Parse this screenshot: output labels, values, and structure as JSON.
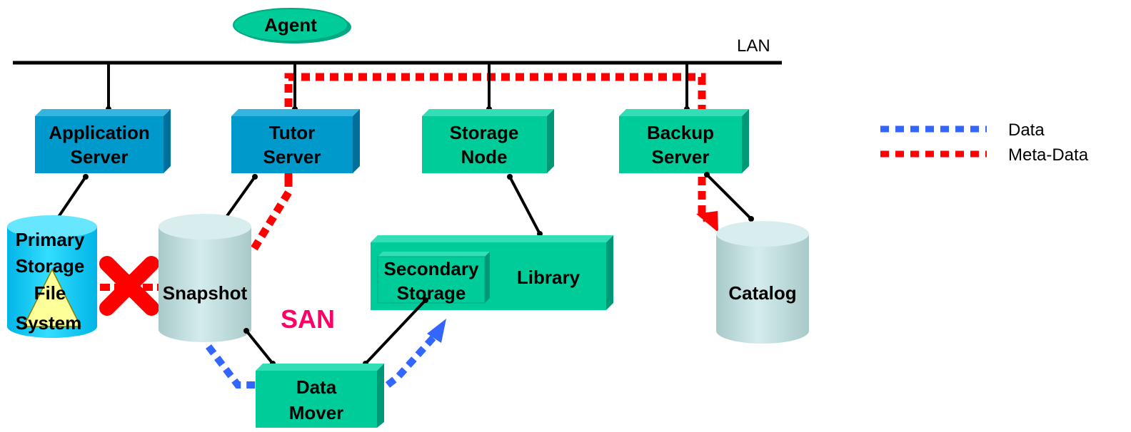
{
  "colors": {
    "blue_box": "#0099cc",
    "green_box": "#00cc99",
    "cylinder_gray": "#c0dcdc",
    "cylinder_cyan": "#00ccff",
    "data_line": "#3366ff",
    "meta_line": "#ff0000",
    "san_text": "#ff0066",
    "triangle": "#ffff99"
  },
  "network": {
    "lan_label": "LAN",
    "san_label": "SAN"
  },
  "nodes": {
    "agent": "Agent",
    "application_server": [
      "Application",
      "Server"
    ],
    "tutor_server": [
      "Tutor",
      "Server"
    ],
    "storage_node": [
      "Storage",
      "Node"
    ],
    "backup_server": [
      "Backup",
      "Server"
    ],
    "primary_storage": [
      "Primary",
      "Storage"
    ],
    "file_system": [
      "File",
      "System"
    ],
    "snapshot": "Snapshot",
    "secondary_storage": [
      "Secondary",
      "Storage"
    ],
    "library": "Library",
    "catalog": "Catalog",
    "data_mover": [
      "Data",
      "Mover"
    ]
  },
  "legend": {
    "data": "Data",
    "meta_data": "Meta-Data"
  },
  "icons": {
    "blocked": "red-x-icon"
  }
}
